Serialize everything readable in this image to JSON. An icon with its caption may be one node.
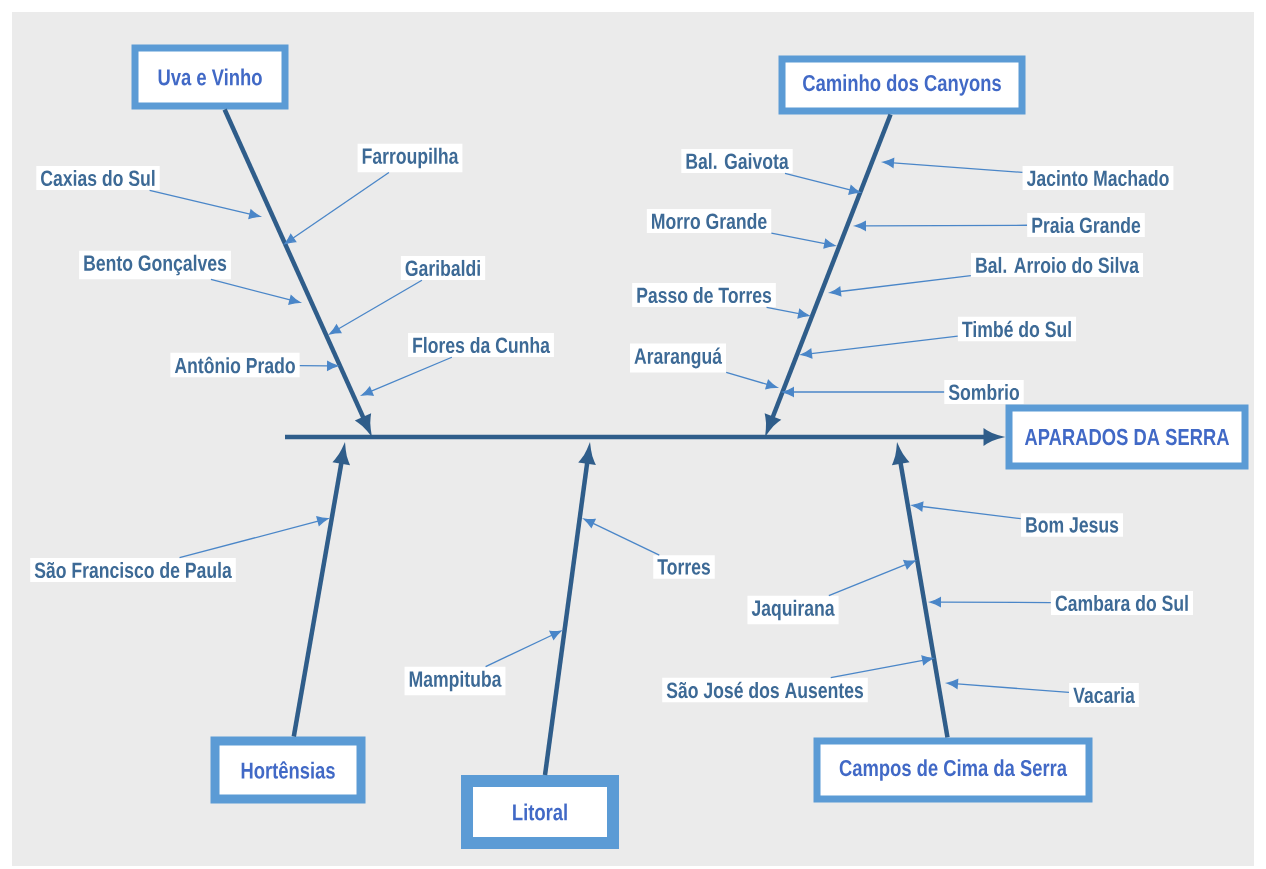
{
  "diagram": {
    "nodes": [
      {
        "text": [
          "Uva e Vinho"
        ]
      },
      {
        "text": [
          "Caminho dos Canyons"
        ]
      },
      {
        "text": [
          "Hortênsias"
        ]
      },
      {
        "text": [
          "Litoral"
        ]
      },
      {
        "text": [
          "Campos de Cima da Serra"
        ]
      },
      {
        "text": [
          "APARADOS DA SERRA"
        ]
      },
      {
        "text": [
          "Caxias do Sul"
        ]
      },
      {
        "text": [
          "Farroupilha"
        ]
      },
      {
        "text": [
          "Bento Gonçalves"
        ]
      },
      {
        "text": [
          "Garibaldi"
        ]
      },
      {
        "text": [
          "Antônio Prado"
        ]
      },
      {
        "text": [
          "Flores da Cunha"
        ]
      },
      {
        "text": [
          "Bal. Gaivota"
        ]
      },
      {
        "text": [
          "Jacinto Machado"
        ]
      },
      {
        "text": [
          "Morro Grande"
        ]
      },
      {
        "text": [
          "Praia Grande"
        ]
      },
      {
        "text": [
          "Bal. Arroio do Silva"
        ]
      },
      {
        "text": [
          "Passo de Torres"
        ]
      },
      {
        "text": [
          "Timbé do Sul"
        ]
      },
      {
        "text": [
          "Araranguá"
        ]
      },
      {
        "text": [
          "Sombrio"
        ]
      },
      {
        "text": [
          "São Francisco de Paula"
        ]
      },
      {
        "text": [
          "Torres"
        ]
      },
      {
        "text": [
          "Mampituba"
        ]
      },
      {
        "text": [
          "Bom Jesus"
        ]
      },
      {
        "text": [
          "Jaquirana"
        ]
      },
      {
        "text": [
          "Cambara do Sul"
        ]
      },
      {
        "text": [
          "São José dos Ausentes"
        ]
      },
      {
        "text": [
          "Vacaria"
        ]
      }
    ],
    "edges": [
      {
        "from": null,
        "to": 5,
        "arrow": "to",
        "style": "thick",
        "color": "#2f5d8a"
      },
      {
        "from": 0,
        "to": null,
        "arrow": "to",
        "style": "thick",
        "color": "#2f5d8a"
      },
      {
        "from": 1,
        "to": null,
        "arrow": "to",
        "style": "thick",
        "color": "#2f5d8a"
      },
      {
        "from": 2,
        "to": null,
        "arrow": "to",
        "style": "thick",
        "color": "#2f5d8a"
      },
      {
        "from": 3,
        "to": null,
        "arrow": "to",
        "style": "thick",
        "color": "#2f5d8a"
      },
      {
        "from": 4,
        "to": null,
        "arrow": "to",
        "style": "thick",
        "color": "#2f5d8a"
      },
      {
        "from": 6,
        "to": null,
        "arrow": "to"
      },
      {
        "from": 7,
        "to": null,
        "arrow": "to"
      },
      {
        "from": 8,
        "to": null,
        "arrow": "to"
      },
      {
        "from": 9,
        "to": null,
        "arrow": "to"
      },
      {
        "from": 10,
        "to": null,
        "arrow": "to"
      },
      {
        "from": 11,
        "to": null,
        "arrow": "to"
      },
      {
        "from": 12,
        "to": null,
        "arrow": "to"
      },
      {
        "from": 13,
        "to": null,
        "arrow": "to"
      },
      {
        "from": 14,
        "to": null,
        "arrow": "to"
      },
      {
        "from": 15,
        "to": null,
        "arrow": "to"
      },
      {
        "from": 16,
        "to": null,
        "arrow": "to"
      },
      {
        "from": 17,
        "to": null,
        "arrow": "to"
      },
      {
        "from": 18,
        "to": null,
        "arrow": "to"
      },
      {
        "from": 19,
        "to": null,
        "arrow": "to"
      },
      {
        "from": 20,
        "to": null,
        "arrow": "to"
      },
      {
        "from": 21,
        "to": null,
        "arrow": "to"
      },
      {
        "from": 22,
        "to": null,
        "arrow": "to"
      },
      {
        "from": 23,
        "to": null,
        "arrow": "to"
      },
      {
        "from": 24,
        "to": null,
        "arrow": "to"
      },
      {
        "from": 25,
        "to": null,
        "arrow": "to"
      },
      {
        "from": 26,
        "to": null,
        "arrow": "to"
      },
      {
        "from": 27,
        "to": null,
        "arrow": "to"
      },
      {
        "from": 28,
        "to": null,
        "arrow": "to"
      }
    ]
  }
}
